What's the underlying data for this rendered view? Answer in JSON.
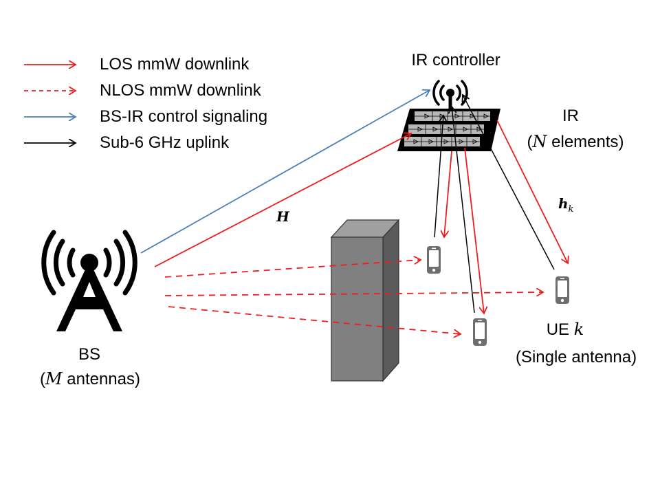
{
  "legend": {
    "items": [
      {
        "label": "LOS mmW downlink",
        "color": "#ee1c1c",
        "style": "solid"
      },
      {
        "label": "NLOS mmW downlink",
        "color": "#ee1c1c",
        "style": "dashed"
      },
      {
        "label": "BS-IR control signaling",
        "color": "#4a7ebb",
        "style": "solid"
      },
      {
        "label": "Sub-6 GHz uplink",
        "color": "#000000",
        "style": "solid"
      }
    ]
  },
  "labels": {
    "ir_controller": "IR controller",
    "ir": "IR",
    "ir_elements_prefix": "(",
    "ir_elements_var": "N",
    "ir_elements_suffix": " elements)",
    "bs": "BS",
    "bs_antennas_prefix": "(",
    "bs_antennas_var": "M",
    "bs_antennas_suffix": " antennas)",
    "ue": "UE ",
    "ue_var": "k",
    "single_antenna": "(Single antenna)",
    "channel_H": "H",
    "channel_hk": "h",
    "channel_hk_sub": "k"
  },
  "colors": {
    "los": "#ee1c1c",
    "control": "#4a7ebb",
    "uplink": "#000000",
    "building_front": "#808080",
    "building_side": "#606060",
    "building_top": "#9a9a9a"
  }
}
